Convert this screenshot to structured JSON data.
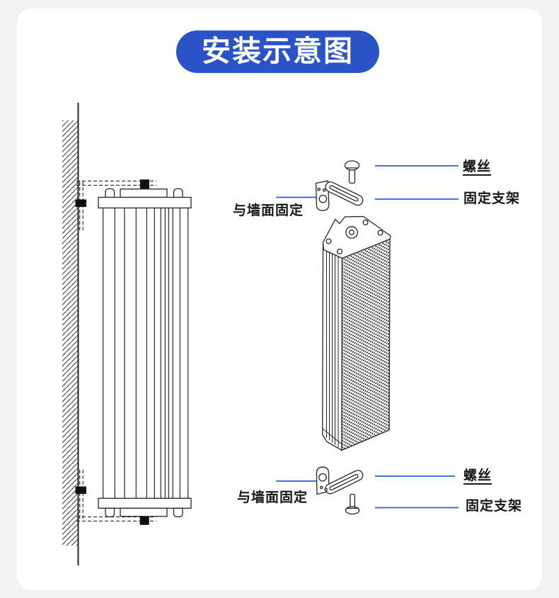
{
  "page": {
    "background_color": "#f2f2f3",
    "card_color": "#ffffff"
  },
  "banner": {
    "title": "安装示意图",
    "background_color": "#2a53c8",
    "text_color": "#ffffff"
  },
  "colors": {
    "leader_line_blue": "#2d5bd9",
    "line_art_ink": "#262626"
  },
  "labels": {
    "top_screw": "螺丝",
    "top_bracket": "固定支架",
    "top_wall_fix": "与墙面固定",
    "bottom_screw": "螺丝",
    "bottom_bracket": "固定支架",
    "bottom_wall_fix": "与墙面固定"
  }
}
